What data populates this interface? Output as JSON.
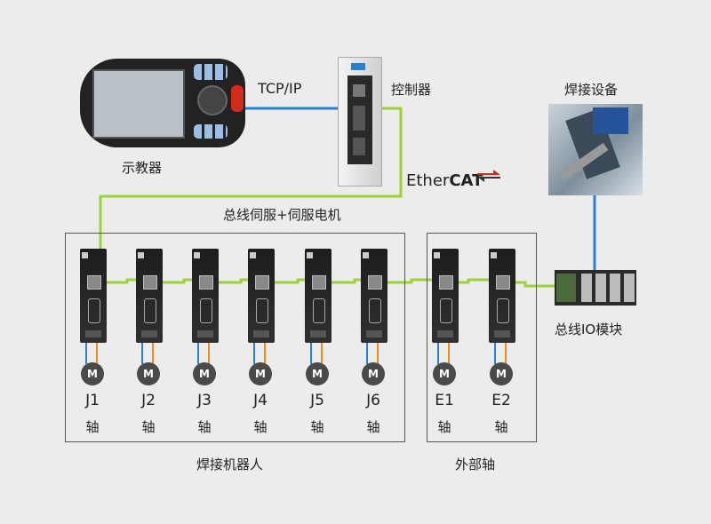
{
  "labels": {
    "tcpip": "TCP/IP",
    "controller": "控制器",
    "teach_pendant": "示教器",
    "welding_equipment": "焊接设备",
    "ethercat_prefix": "Ether",
    "ethercat_suffix": "CAT",
    "bus_servo": "总线伺服+伺服电机",
    "bus_io": "总线IO模块",
    "welding_robot": "焊接机器人",
    "external_axis": "外部轴"
  },
  "motor_letter": "M",
  "axis_suffix": "轴",
  "robot_axes": [
    "J1",
    "J2",
    "J3",
    "J4",
    "J5",
    "J6"
  ],
  "external_axes": [
    "E1",
    "E2"
  ],
  "colors": {
    "ethercat_line": "#9bd23a",
    "tcp_line": "#2d7fd0",
    "motor_line_orange": "#f08a1c",
    "motor_line_blue": "#2d7fd0",
    "ethercat_arrow_red": "#e0241b"
  }
}
